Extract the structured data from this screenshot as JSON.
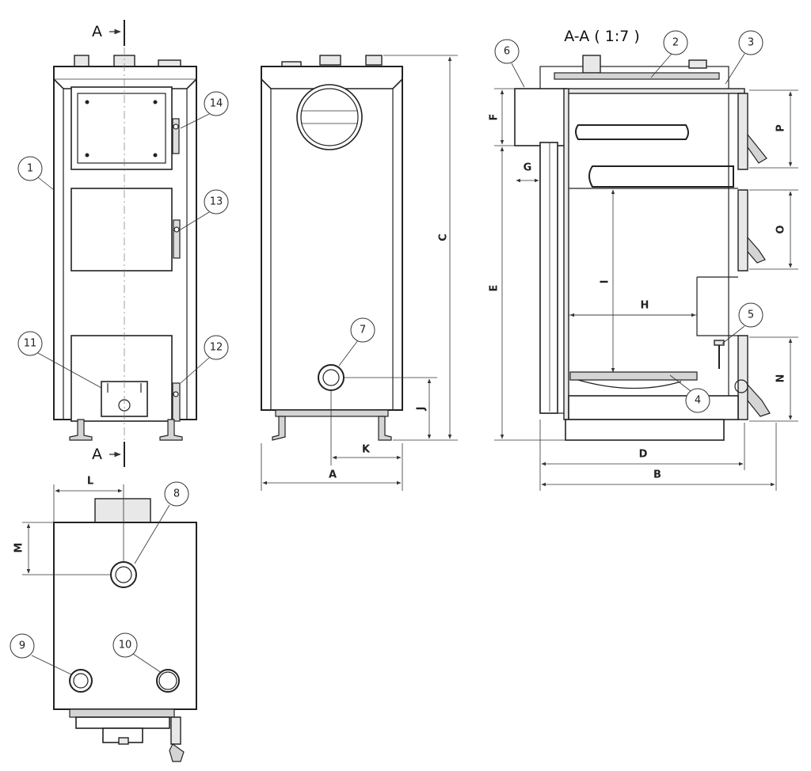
{
  "section": {
    "title": "A-A ( 1:7 )",
    "cut_marker": "A"
  },
  "callouts": [
    "1",
    "2",
    "3",
    "4",
    "5",
    "6",
    "7",
    "8",
    "9",
    "10",
    "11",
    "12",
    "13",
    "14"
  ],
  "dimensions": [
    "A",
    "B",
    "C",
    "D",
    "E",
    "F",
    "G",
    "H",
    "I",
    "J",
    "K",
    "L",
    "M",
    "N",
    "O",
    "P"
  ]
}
